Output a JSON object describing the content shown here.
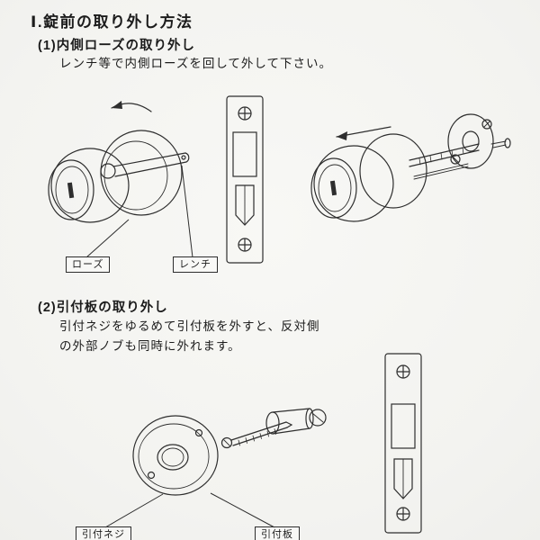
{
  "page": {
    "title": "Ⅰ.錠前の取り外し方法"
  },
  "section1": {
    "heading": "(1)内側ローズの取り外し",
    "body": "レンチ等で内側ローズを回して外して下さい。",
    "label_rose": "ローズ",
    "label_wrench": "レンチ"
  },
  "section2": {
    "heading": "(2)引付板の取り外し",
    "body_line1": "引付ネジをゆるめて引付板を外すと、反対側",
    "body_line2": "の外部ノブも同時に外れます。",
    "label_screw": "引付ネジ",
    "label_plate": "引付板"
  },
  "colors": {
    "ink": "#2e2e2e",
    "paper": "#f5f5f2"
  }
}
